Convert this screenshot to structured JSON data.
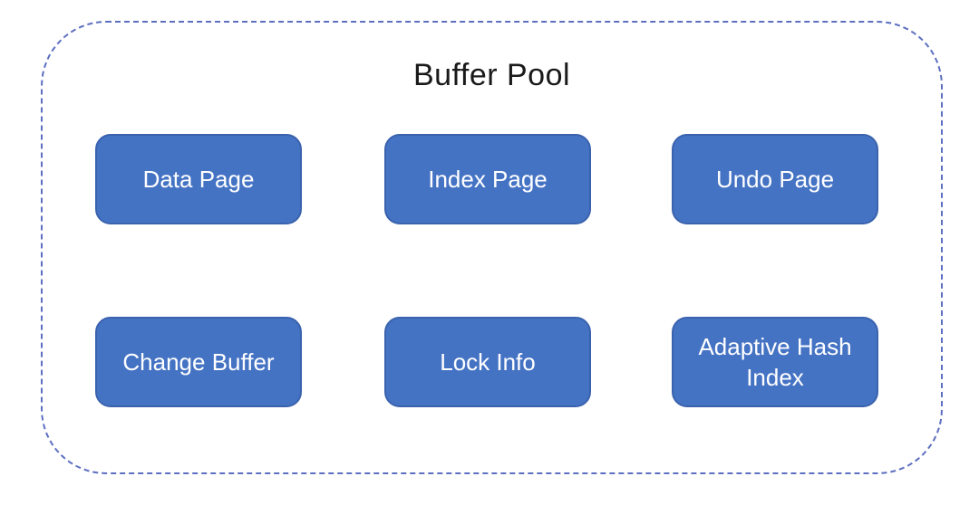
{
  "diagram": {
    "title": "Buffer Pool",
    "rows": [
      {
        "boxes": [
          {
            "label": "Data Page"
          },
          {
            "label": "Index Page"
          },
          {
            "label": "Undo Page"
          }
        ]
      },
      {
        "boxes": [
          {
            "label": "Change Buffer"
          },
          {
            "label": "Lock Info"
          },
          {
            "label": "Adaptive Hash Index"
          }
        ]
      }
    ],
    "colors": {
      "background": "#FFFFFF",
      "container_dash_border": "#5C6FC0",
      "box_fill": "#4573C4",
      "box_border": "#3A62AD",
      "box_text": "#FFFFFF",
      "title_text": "#1A1A1A"
    }
  }
}
